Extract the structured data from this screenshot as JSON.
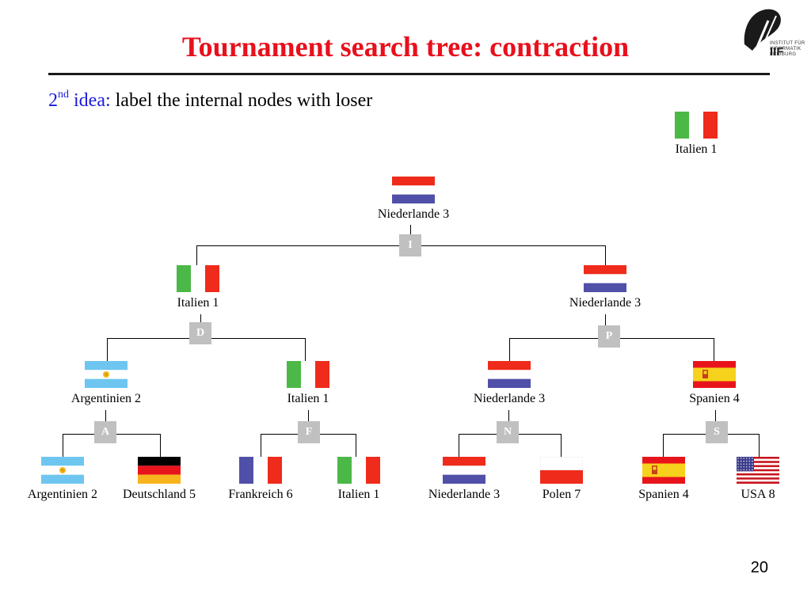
{
  "title": "Tournament search tree: contraction",
  "subtitle": {
    "ordinal": "2",
    "ordinal_suffix": "nd",
    "idea": "idea:",
    "text": "label the internal nodes with loser"
  },
  "logo": {
    "letters": "IIF",
    "text": "INSTITUT FÜR\nINFORMATIK\nFREIBURG"
  },
  "page_number": "20",
  "winner": {
    "label": "Italien 1",
    "flag": "italy"
  },
  "nodes": {
    "root": {
      "label": "Niederlande 3",
      "flag": "netherlands",
      "box": "I"
    },
    "l1a": {
      "label": "Italien 1",
      "flag": "italy",
      "box": "D"
    },
    "l1b": {
      "label": "Niederlande 3",
      "flag": "netherlands",
      "box": "P"
    },
    "l2a": {
      "label": "Argentinien 2",
      "flag": "argentina",
      "box": "A"
    },
    "l2b": {
      "label": "Italien 1",
      "flag": "italy",
      "box": "F"
    },
    "l2c": {
      "label": "Niederlande 3",
      "flag": "netherlands",
      "box": "N"
    },
    "l2d": {
      "label": "Spanien 4",
      "flag": "spain",
      "box": "S"
    },
    "leaf1": {
      "label": "Argentinien 2",
      "flag": "argentina"
    },
    "leaf2": {
      "label": "Deutschland 5",
      "flag": "germany"
    },
    "leaf3": {
      "label": "Frankreich 6",
      "flag": "france"
    },
    "leaf4": {
      "label": "Italien 1",
      "flag": "italy"
    },
    "leaf5": {
      "label": "Niederlande 3",
      "flag": "netherlands"
    },
    "leaf6": {
      "label": "Polen 7",
      "flag": "poland"
    },
    "leaf7": {
      "label": "Spanien 4",
      "flag": "spain"
    },
    "leaf8": {
      "label": "USA 8",
      "flag": "usa"
    }
  },
  "colors": {
    "title": "#e8101c",
    "idea": "#1a1adb",
    "box": "#c0c0c0"
  }
}
